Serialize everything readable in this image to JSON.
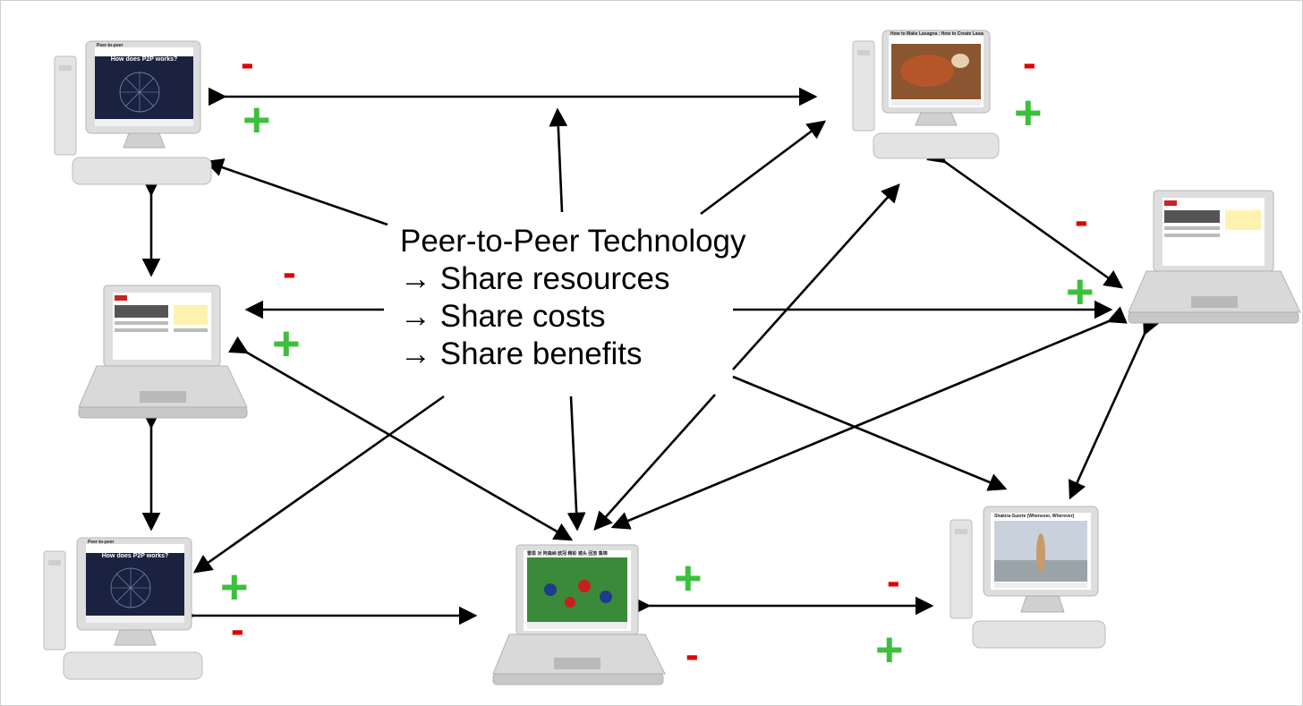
{
  "center": {
    "title": "Peer-to-Peer Technology",
    "bullet_glyph": "→",
    "points": [
      "Share resources",
      "Share costs",
      "Share benefits"
    ]
  },
  "screens": {
    "p2p_slide_header": "Peer-to-peer",
    "p2p_slide_question": "How does P2P works?",
    "cooking_video_title": "How to Make Lasagna : How to Create Lasagna Dish",
    "music_video_title": "Shakira-Suerte (Whenever, Wherever)",
    "soccer_video_title": "雷恩 对 阿森纳 欧冠 精彩 镜头 回放 集锦"
  },
  "signs": {
    "plus": "+",
    "minus": "-"
  },
  "colors": {
    "plus": "#3cc03c",
    "minus": "#e00000",
    "arrow": "#000000",
    "device_shell": "#d6d6d6",
    "screen_dark": "#1a2240"
  }
}
